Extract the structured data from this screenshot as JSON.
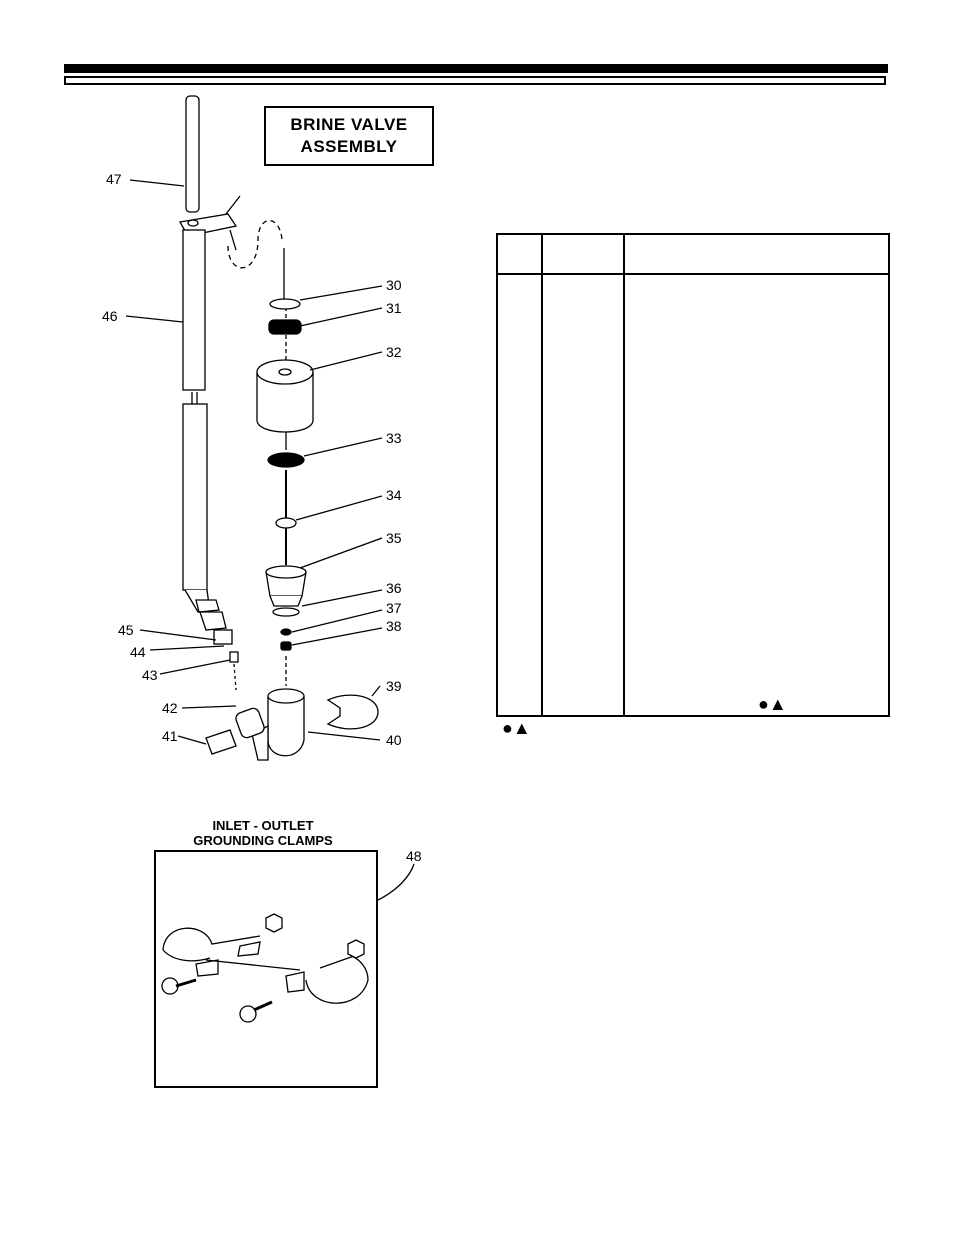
{
  "page": {
    "title_line1": "BRINE VALVE",
    "title_line2": "ASSEMBLY",
    "clamps_title_line1": "INLET - OUTLET",
    "clamps_title_line2": "GROUNDING CLAMPS",
    "symbols": "●▲"
  },
  "callouts": [
    "30",
    "31",
    "32",
    "33",
    "34",
    "35",
    "36",
    "37",
    "38",
    "39",
    "40",
    "41",
    "42",
    "43",
    "44",
    "45",
    "46",
    "47",
    "48"
  ]
}
